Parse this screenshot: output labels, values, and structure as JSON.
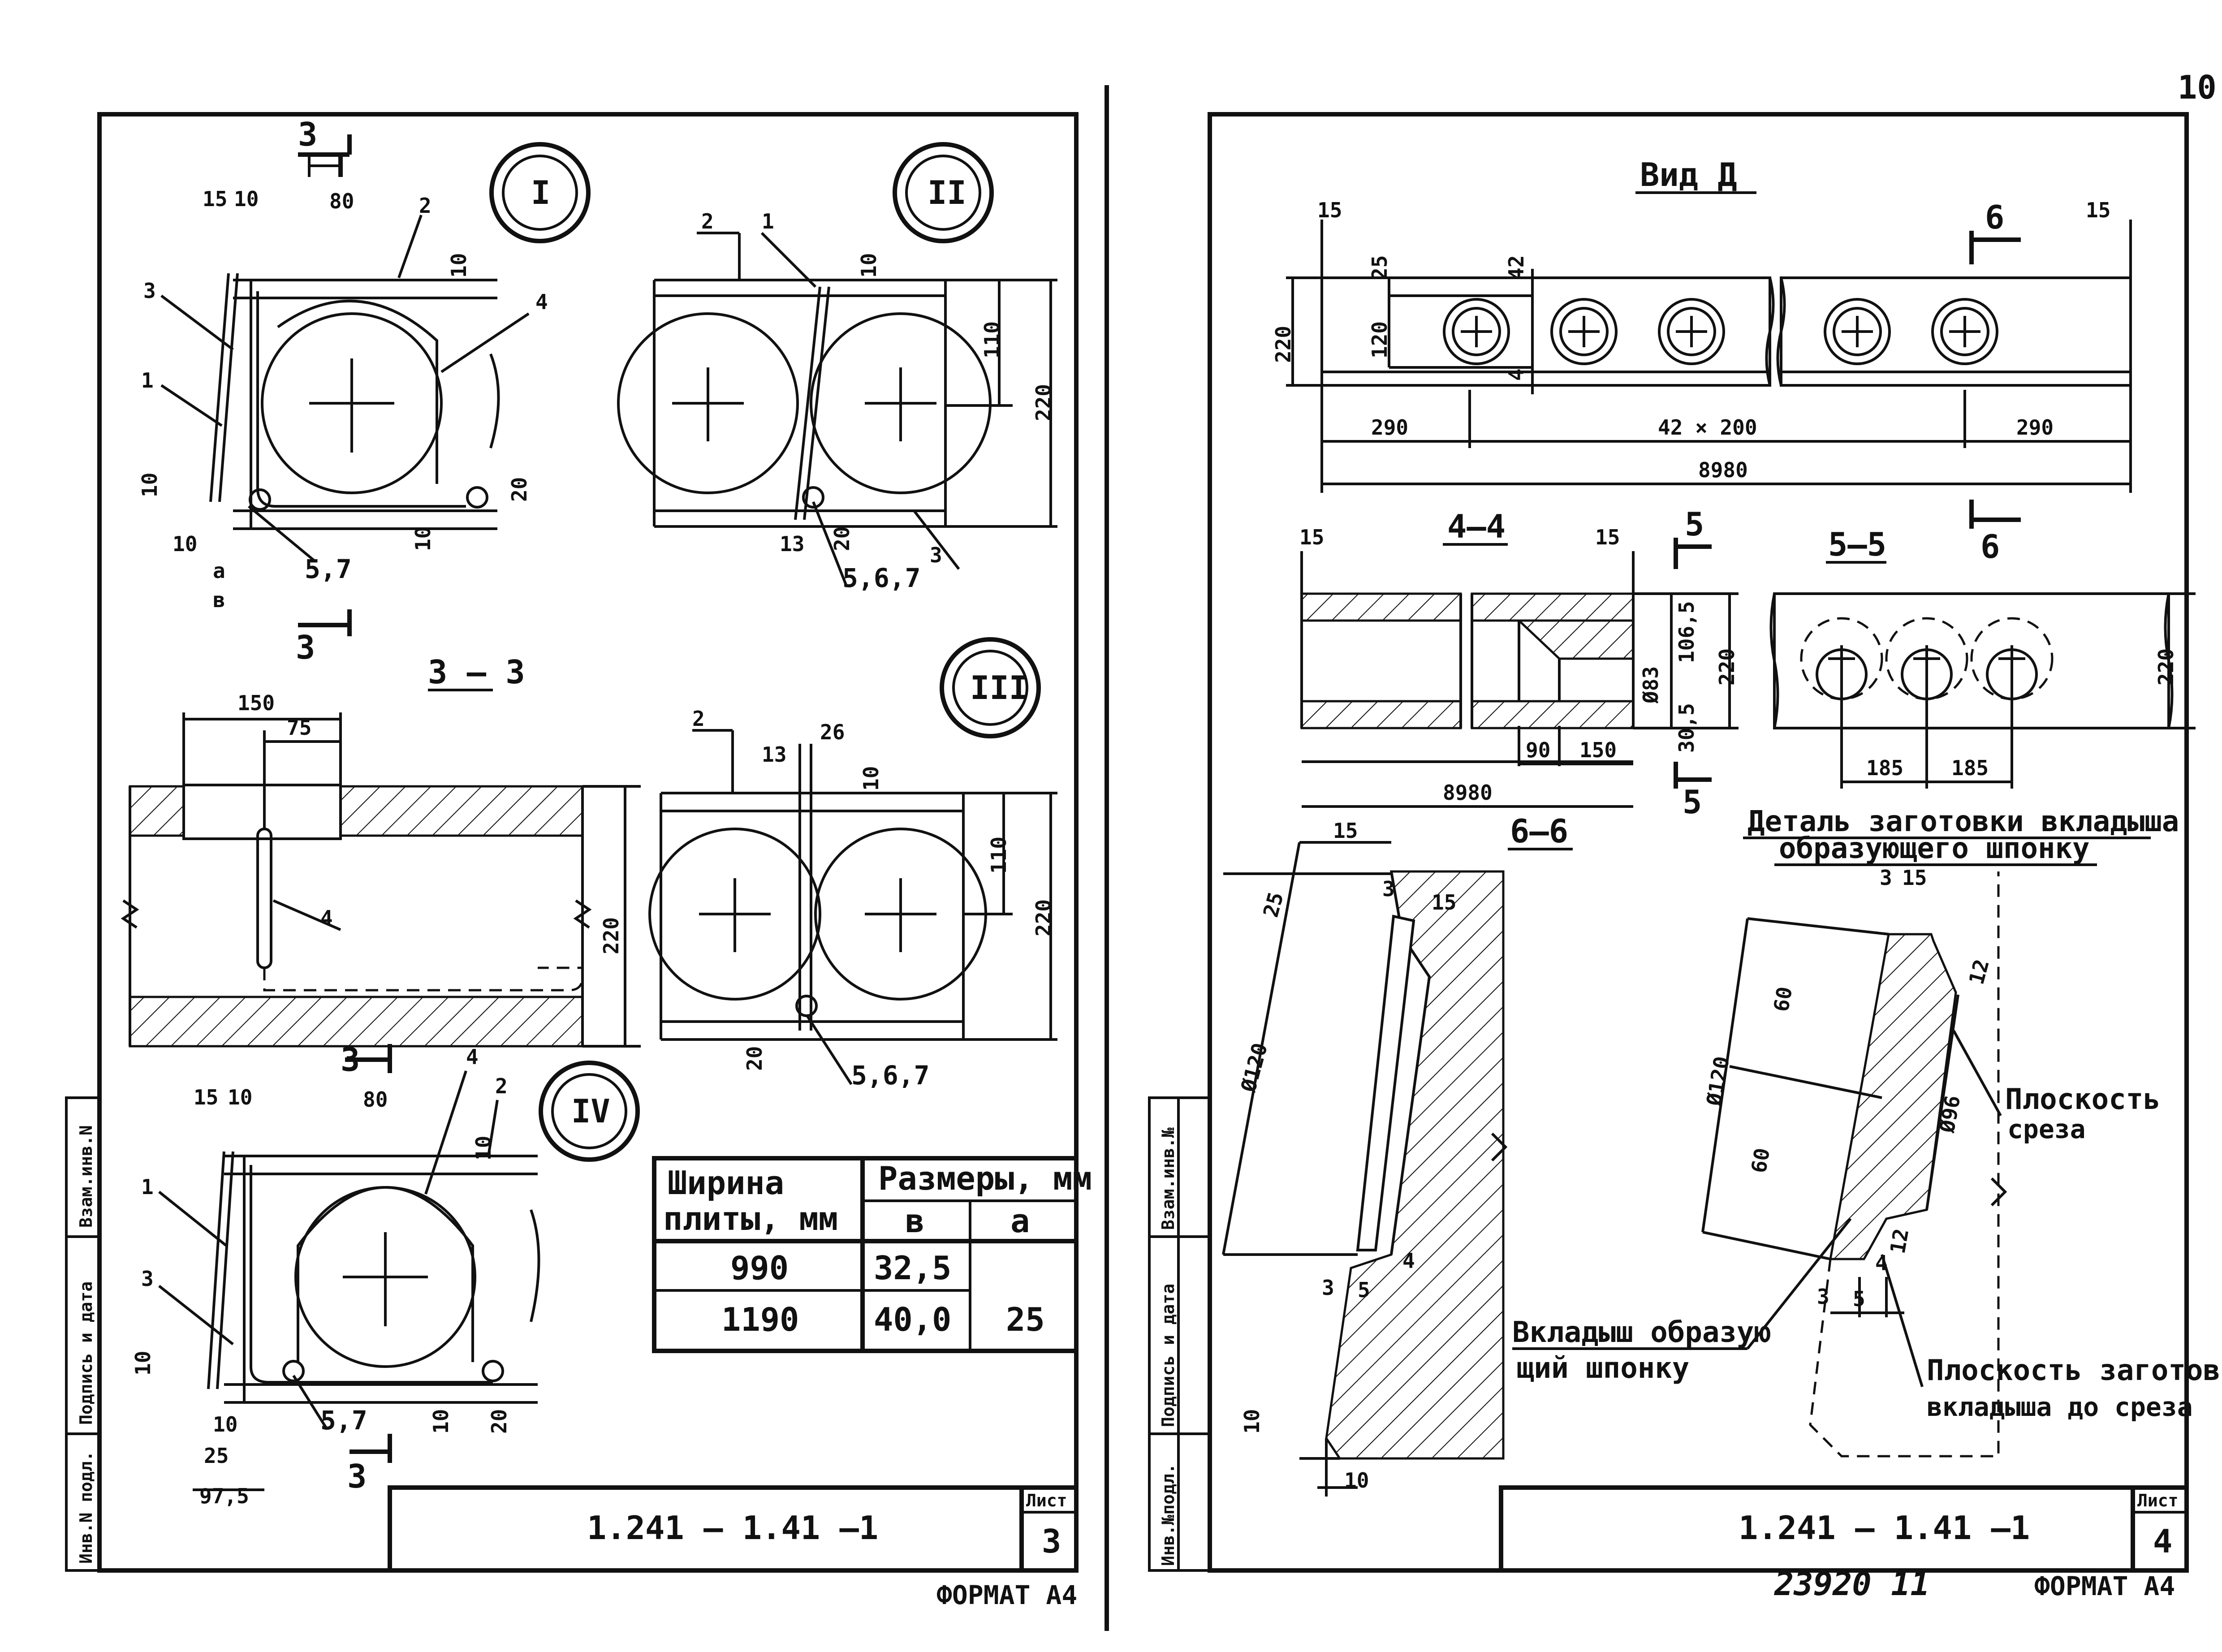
{
  "page_number": "10",
  "left_sheet": {
    "code": "1.241 – 1.41 –1",
    "sheet_label": "Лист",
    "sheet_number": "3",
    "format": "ФОРМАТ А4",
    "side_stamps": [
      "Инв.N подл.",
      "Подпись и дата",
      "Взам.инв.N"
    ],
    "callouts": [
      "I",
      "II",
      "III",
      "IV"
    ],
    "section_title": "3 – 3",
    "section_mark": "3",
    "dims_I": [
      "15",
      "10",
      "80",
      "10",
      "2",
      "3",
      "4",
      "1",
      "10",
      "10",
      "a",
      "в",
      "20",
      "10",
      "5,7"
    ],
    "dims_II": [
      "2",
      "1",
      "10",
      "110",
      "220",
      "13",
      "20",
      "5,6,7",
      "3"
    ],
    "dims_III": [
      "2",
      "13",
      "26",
      "10",
      "110",
      "220",
      "20",
      "5,6,7"
    ],
    "dims_IV": [
      "15",
      "10",
      "80",
      "4",
      "2",
      "10",
      "1",
      "3",
      "10",
      "10",
      "25",
      "97,5",
      "5,7",
      "10",
      "20"
    ],
    "dims_33": [
      "150",
      "75",
      "4",
      "220"
    ],
    "table": {
      "header_col1_line1": "Ширина",
      "header_col1_line2": "плиты, мм",
      "header_col2": "Размеры, мм",
      "sub_b": "в",
      "sub_a": "а",
      "rows": [
        {
          "width": "990",
          "b": "32,5"
        },
        {
          "width": "1190",
          "b": "40,0"
        }
      ],
      "a_value": "25"
    }
  },
  "right_sheet": {
    "code": "1.241 – 1.41 –1",
    "sheet_label": "Лист",
    "sheet_number": "4",
    "format": "ФОРМАТ А4",
    "handwritten": "23920   11",
    "side_stamps": [
      "Инв.№подл.",
      "Подпись и дата",
      "Взам.инв.№"
    ],
    "view_title": "Вид Д",
    "view_dims": [
      "15",
      "15",
      "6",
      "25",
      "42",
      "120",
      "220",
      "4",
      "290",
      "42 × 200",
      "290",
      "8980",
      "6"
    ],
    "section_44": "4–4",
    "section_55": "5–5",
    "section_66": "6–6",
    "dims_44": [
      "15",
      "15",
      "5",
      "106,5",
      "Ø83",
      "220",
      "30,5",
      "90",
      "150",
      "8980",
      "5"
    ],
    "dims_55": [
      "185",
      "185",
      "220"
    ],
    "detail_title_line1": "Деталь заготовки вкладыша",
    "detail_title_line2": "образующего шпонку",
    "dims_66": [
      "15",
      "25",
      "3",
      "15",
      "Ø120",
      "4",
      "3",
      "5",
      "10",
      "10"
    ],
    "dims_detail": [
      "3",
      "15",
      "12",
      "60",
      "60",
      "Ø120",
      "Ø96",
      "4",
      "12",
      "3",
      "5"
    ],
    "label_insert_line1": "Вкладыш образую",
    "label_insert_line2": "щий шпонку",
    "label_cut_line1": "Плоскость",
    "label_cut_line2": "среза",
    "label_blank_line1": "Плоскость заготовки",
    "label_blank_line2": "вкладыша до среза"
  }
}
